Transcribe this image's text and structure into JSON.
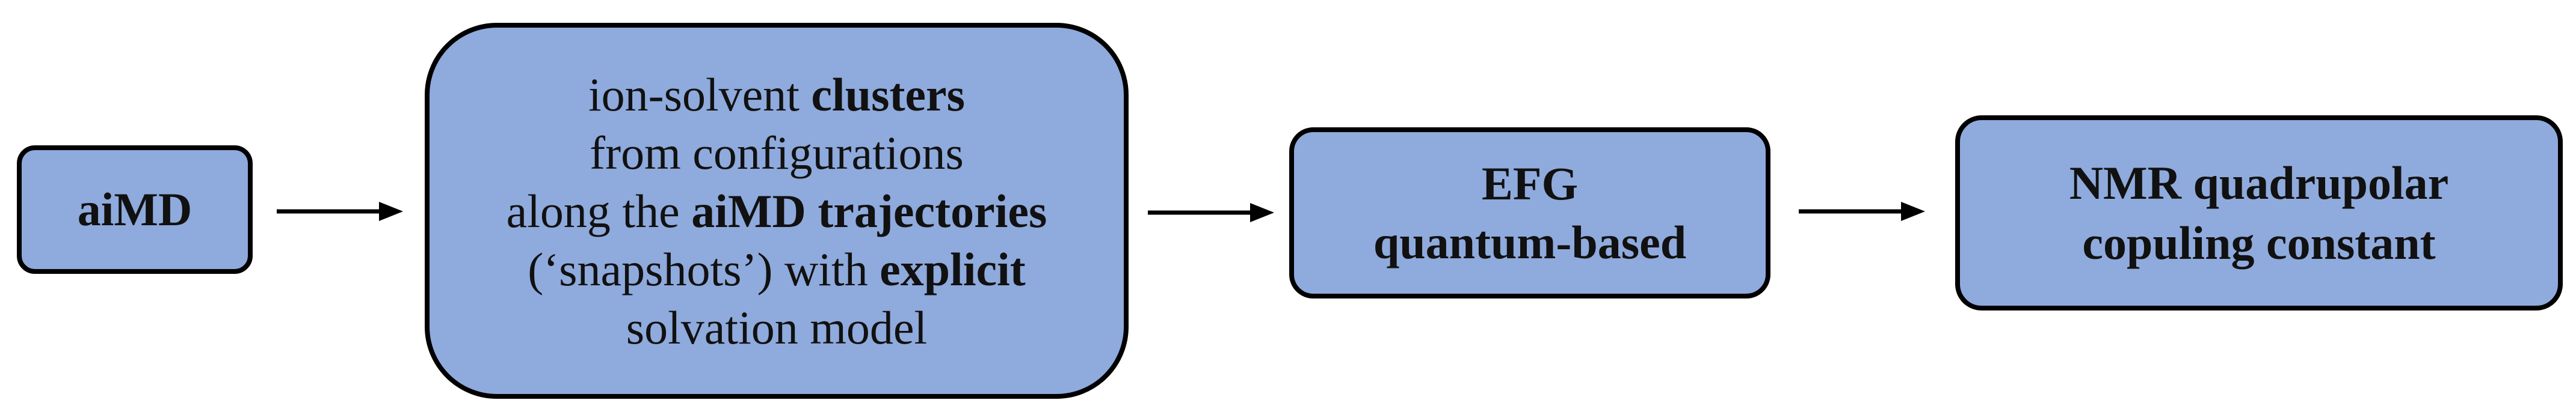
{
  "nodes": {
    "aimd": {
      "label": "aiMD"
    },
    "clusters": {
      "line1": {
        "normal": "ion-solvent ",
        "bold": "clusters"
      },
      "line2": "from configurations",
      "line3": {
        "normal": "along the ",
        "bold": "aiMD trajectories"
      },
      "line4": {
        "normal": "(‘snapshots’) with ",
        "bold": "explicit"
      },
      "line5": "solvation model"
    },
    "efg": {
      "line1": "EFG",
      "line2": "quantum-based"
    },
    "nmr": {
      "line1": "NMR quadrupolar",
      "line2": "copuling constant"
    }
  },
  "colors": {
    "box_fill": "#8faadc",
    "box_border": "#000000",
    "arrow": "#000000"
  }
}
